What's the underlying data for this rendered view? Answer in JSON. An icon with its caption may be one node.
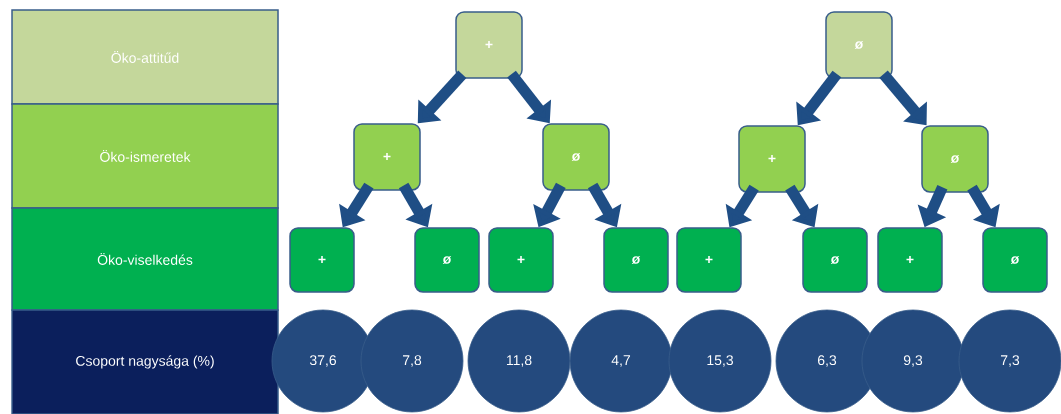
{
  "diagram": {
    "nodes": [
      {
        "text": [
          "Öko-attitűd"
        ]
      },
      {
        "text": [
          "Öko-ismeretek"
        ]
      },
      {
        "text": [
          "Öko-viselkedés"
        ]
      },
      {
        "text": [
          "Csoport nagysága (%)"
        ]
      },
      {
        "text": [
          "+"
        ]
      },
      {
        "text": [
          "ø"
        ]
      },
      {
        "text": [
          "+"
        ]
      },
      {
        "text": [
          "ø"
        ]
      },
      {
        "text": [
          "+"
        ]
      },
      {
        "text": [
          "ø"
        ]
      },
      {
        "text": [
          "+"
        ]
      },
      {
        "text": [
          "ø"
        ]
      },
      {
        "text": [
          "+"
        ]
      },
      {
        "text": [
          "ø"
        ]
      },
      {
        "text": [
          "+"
        ]
      },
      {
        "text": [
          "ø"
        ]
      },
      {
        "text": [
          "+"
        ]
      },
      {
        "text": [
          "ø"
        ]
      },
      {
        "text": [
          "37,6"
        ]
      },
      {
        "text": [
          "7,8"
        ]
      },
      {
        "text": [
          "11,8"
        ]
      },
      {
        "text": [
          "4,7"
        ]
      },
      {
        "text": [
          "15,3"
        ]
      },
      {
        "text": [
          "6,3"
        ]
      },
      {
        "text": [
          "9,3"
        ]
      },
      {
        "text": [
          "7,3"
        ]
      }
    ],
    "edges": [
      {
        "from": 4,
        "to": 6,
        "arrow": "to"
      },
      {
        "from": 4,
        "to": 7,
        "arrow": "to"
      },
      {
        "from": 5,
        "to": 8,
        "arrow": "to"
      },
      {
        "from": 5,
        "to": 9,
        "arrow": "to"
      },
      {
        "from": 6,
        "to": 10,
        "arrow": "to"
      },
      {
        "from": 6,
        "to": 11,
        "arrow": "to"
      },
      {
        "from": 7,
        "to": 12,
        "arrow": "to"
      },
      {
        "from": 7,
        "to": 13,
        "arrow": "to"
      },
      {
        "from": 8,
        "to": 14,
        "arrow": "to"
      },
      {
        "from": 8,
        "to": 15,
        "arrow": "to"
      },
      {
        "from": 9,
        "to": 16,
        "arrow": "to"
      },
      {
        "from": 9,
        "to": 17,
        "arrow": "to"
      }
    ]
  }
}
